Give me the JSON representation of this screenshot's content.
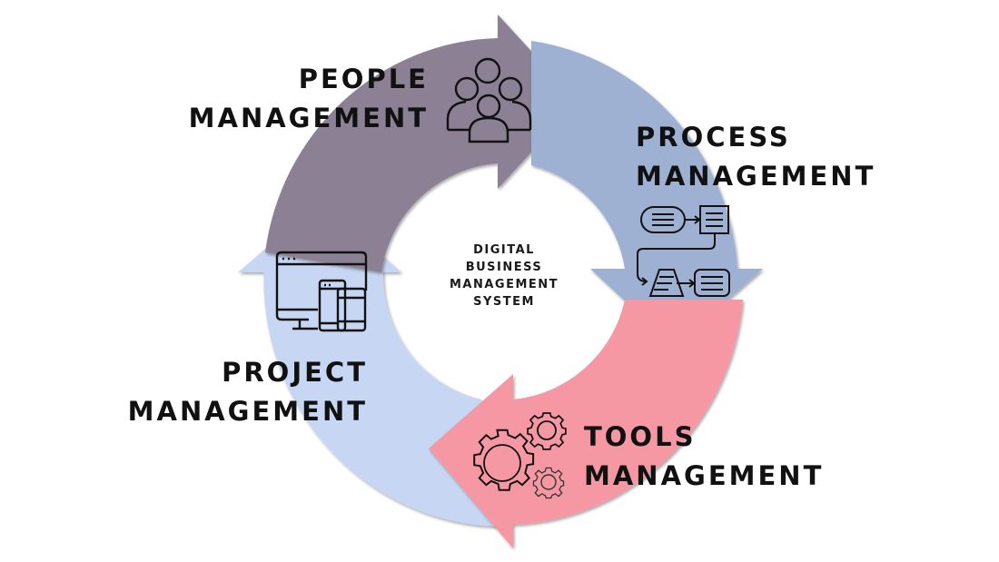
{
  "diagram": {
    "type": "cycle",
    "center_label": [
      "DIGITAL",
      "BUSINESS",
      "MANAGEMENT",
      "SYSTEM"
    ],
    "segments": [
      {
        "id": "people",
        "label_line1": "PEOPLE",
        "label_line2": "MANAGEMENT",
        "icon": "people-group-icon",
        "color": "#8c8095",
        "direction": "clockwise-right"
      },
      {
        "id": "process",
        "label_line1": "PROCESS",
        "label_line2": "MANAGEMENT",
        "icon": "flowchart-icon",
        "color": "#9fb1d3",
        "direction": "clockwise-down"
      },
      {
        "id": "tools",
        "label_line1": "TOOLS",
        "label_line2": "MANAGEMENT",
        "icon": "gears-icon",
        "color": "#f598a4",
        "direction": "clockwise-left"
      },
      {
        "id": "project",
        "label_line1": "PROJECT",
        "label_line2": "MANAGEMENT",
        "icon": "devices-icon",
        "color": "#c7d6f3",
        "direction": "clockwise-up"
      }
    ]
  }
}
